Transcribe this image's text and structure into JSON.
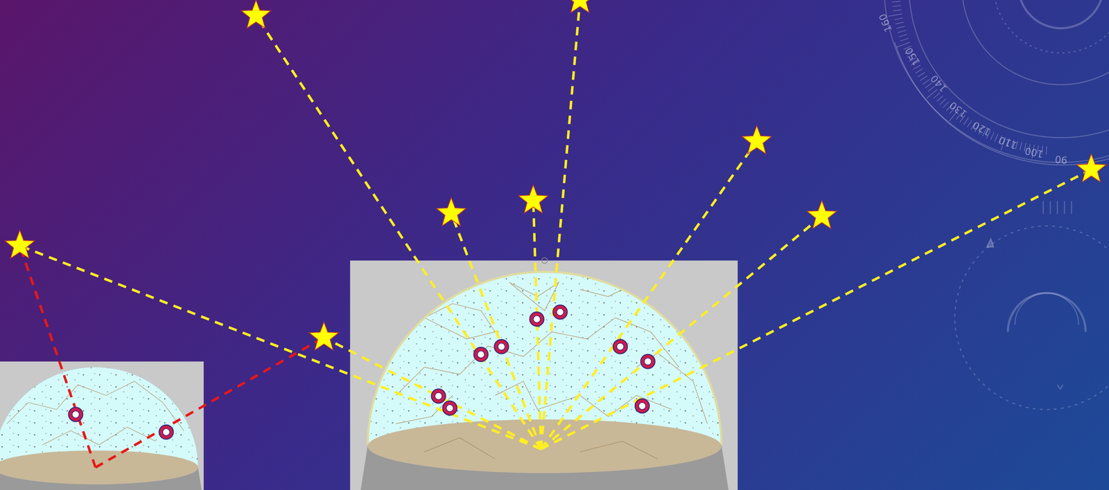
{
  "diagram": {
    "labels": [
      "160",
      "150",
      "140",
      "130",
      "120",
      "110",
      "100",
      "90"
    ]
  }
}
